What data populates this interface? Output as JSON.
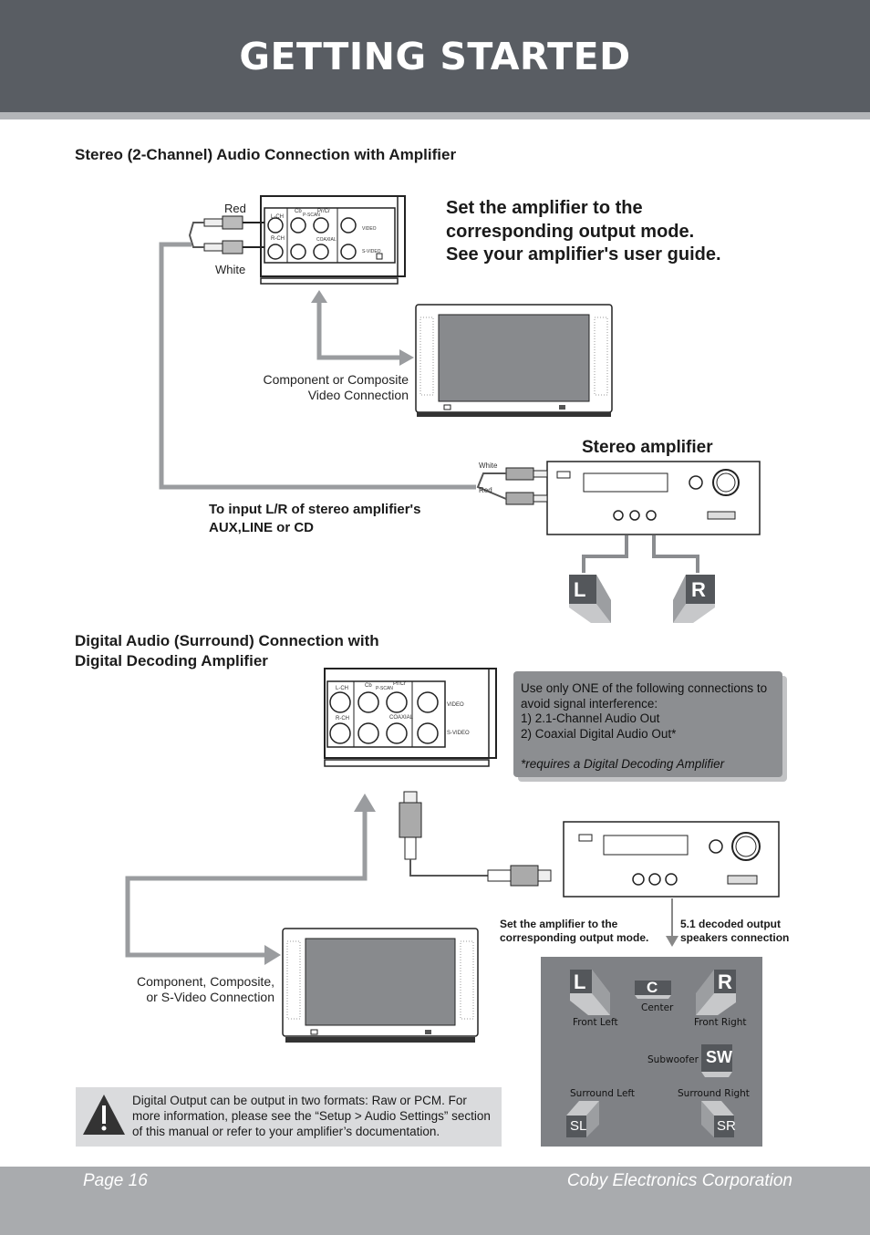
{
  "header": {
    "title": "GETTING STARTED"
  },
  "section1": {
    "title": "Stereo (2-Channel) Audio Connection with Amplifier",
    "cable_red": "Red",
    "cable_white": "White",
    "instruction_line1": "Set the amplifier to the",
    "instruction_line2": "corresponding output mode.",
    "instruction_line3": "See your amplifier's user guide.",
    "video_line1": "Component or Composite",
    "video_line2": "Video Connection",
    "amp_title": "Stereo amplifier",
    "amp_white": "White",
    "amp_red": "Red",
    "input_line1": "To input L/R of stereo amplifier's",
    "input_line2": "AUX,LINE or CD",
    "speaker_left": "L",
    "speaker_right": "R"
  },
  "player_panel": {
    "lch": "L-CH",
    "rch": "R-CH",
    "cb": "Cb",
    "crpr": "Pr/Cr",
    "pscan": "P-SCAN",
    "coaxial": "COAXIAL",
    "video": "VIDEO",
    "svideo": "S-VIDEO"
  },
  "section2": {
    "title_line1": "Digital Audio (Surround) Connection with",
    "title_line2": "Digital Decoding Amplifier",
    "note_line1": "Use only ONE of the following connections to",
    "note_line2": "avoid signal interference:",
    "note_line3": "1) 2.1-Channel Audio Out",
    "note_line4": "2) Coaxial Digital Audio Out*",
    "note_footnote": "*requires a Digital Decoding Amplifier",
    "amp_note_line1": "Set the amplifier to the",
    "amp_note_line2": "corresponding output mode.",
    "output_line1": "5.1 decoded output",
    "output_line2": "speakers connection",
    "video_line1": "Component, Composite,",
    "video_line2": "or S-Video Connection",
    "speakers": {
      "front_left_code": "L",
      "front_left": "Front Left",
      "center_code": "C",
      "center": "Center",
      "front_right_code": "R",
      "front_right": "Front Right",
      "subwoofer": "Subwoofer",
      "subwoofer_code": "SW",
      "surround_left": "Surround Left",
      "surround_left_code": "SL",
      "surround_right": "Surround Right",
      "surround_right_code": "SR"
    },
    "warning": "Digital Output can be output in two formats: Raw or PCM. For more information, please see the “Setup > Audio Settings” section of this manual or refer to your amplifier’s documentation."
  },
  "footer": {
    "page": "Page 16",
    "company": "Coby Electronics Corporation"
  },
  "colors": {
    "header": "#595d63",
    "stripe": "#b3b5b8",
    "footer": "#a9abae",
    "note_box": "#8c8e91",
    "speaker_panel": "#7f8185"
  }
}
